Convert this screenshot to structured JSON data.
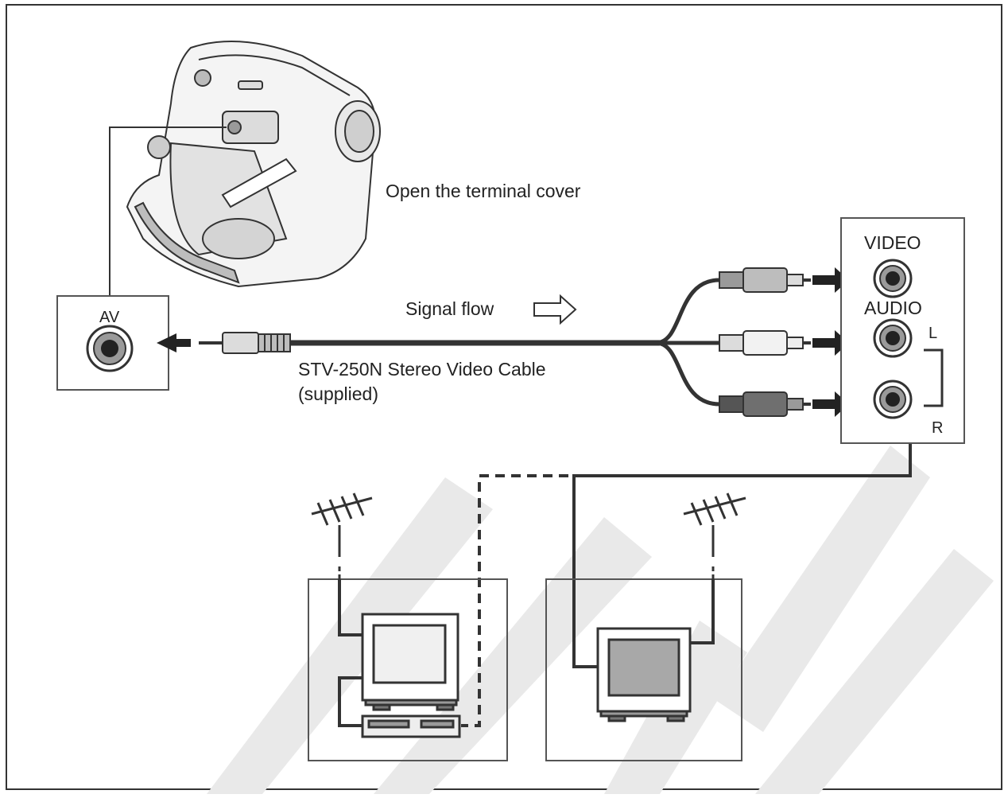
{
  "diagram": {
    "camcorder_note": "Open the terminal cover",
    "camcorder_port_label": "AV",
    "signal_flow_label": "Signal flow",
    "cable_name": "STV-250N Stereo Video Cable",
    "cable_note": "(supplied)",
    "tv_panel": {
      "video_label": "VIDEO",
      "audio_label": "AUDIO",
      "left_label": "L",
      "right_label": "R"
    }
  },
  "colors": {
    "line": "#333333",
    "box_border": "#555555",
    "screen_light": "#f0f0f0",
    "screen_gray": "#a8a8a8",
    "watermark": "#e6e6e6",
    "plug_video": "#bdbdbd",
    "plug_audio_l": "#f2f2f2",
    "plug_audio_r": "#6f6f6f"
  },
  "icons": [
    "camcorder-icon",
    "antenna-icon",
    "tv-icon",
    "vcr-icon",
    "rca-plug-icon",
    "stereo-mini-plug-icon",
    "arrow-outline-icon"
  ]
}
